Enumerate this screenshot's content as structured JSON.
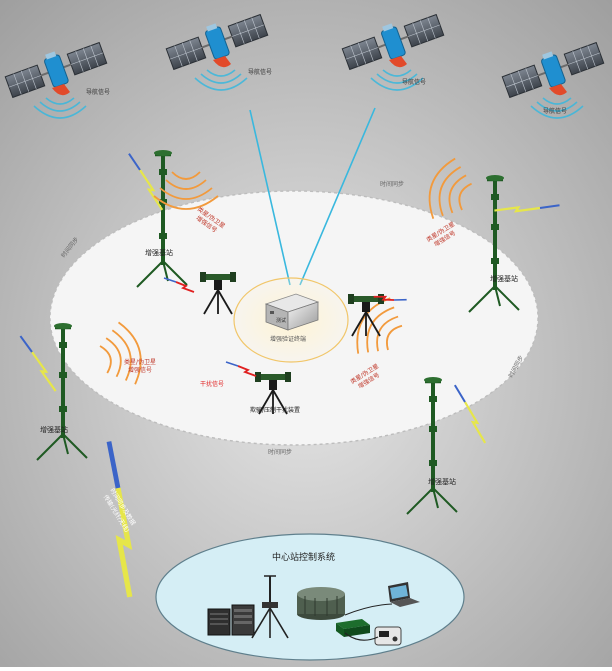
{
  "satellites": [
    {
      "label": "导航信号"
    },
    {
      "label": "导航信号"
    },
    {
      "label": "导航信号"
    },
    {
      "label": "导航信号"
    }
  ],
  "zone": {
    "time_sync_labels": [
      "时间同步",
      "时间同步",
      "时间同步",
      "时间同步"
    ]
  },
  "base_stations": [
    {
      "label": "增强基站"
    },
    {
      "label": "增强基站"
    },
    {
      "label": "增强基站"
    },
    {
      "label": "增强基站"
    }
  ],
  "signal_labels": [
    {
      "line1": "类星/伪卫星",
      "line2": "增强信号"
    },
    {
      "line1": "类星/伪卫星",
      "line2": "增强信号"
    },
    {
      "line1": "类星/伪卫星",
      "line2": "增强信号"
    },
    {
      "line1": "类星/伪卫星",
      "line2": "增强信号"
    }
  ],
  "device": {
    "label": "增强验证终端",
    "box_label": "测试"
  },
  "interference": {
    "label": "干扰信号",
    "station_label": "欺骗/压制干扰装置"
  },
  "link": {
    "line1": "时间同步及数据",
    "line2": "传输(光纤/无线)"
  },
  "center": {
    "title": "中心站控制系统"
  },
  "colors": {
    "sat_blue": "#1f8fd0",
    "sat_red": "#e24a2a",
    "arc_orange": "#f29a3c",
    "beam_cyan": "#39b8de",
    "tower_green": "#1f5a23",
    "lightning_yellow": "#e6e64a",
    "lightning_blue": "#3b64c8",
    "center_oval": "#d5eef5",
    "interference_red": "#e02020"
  }
}
